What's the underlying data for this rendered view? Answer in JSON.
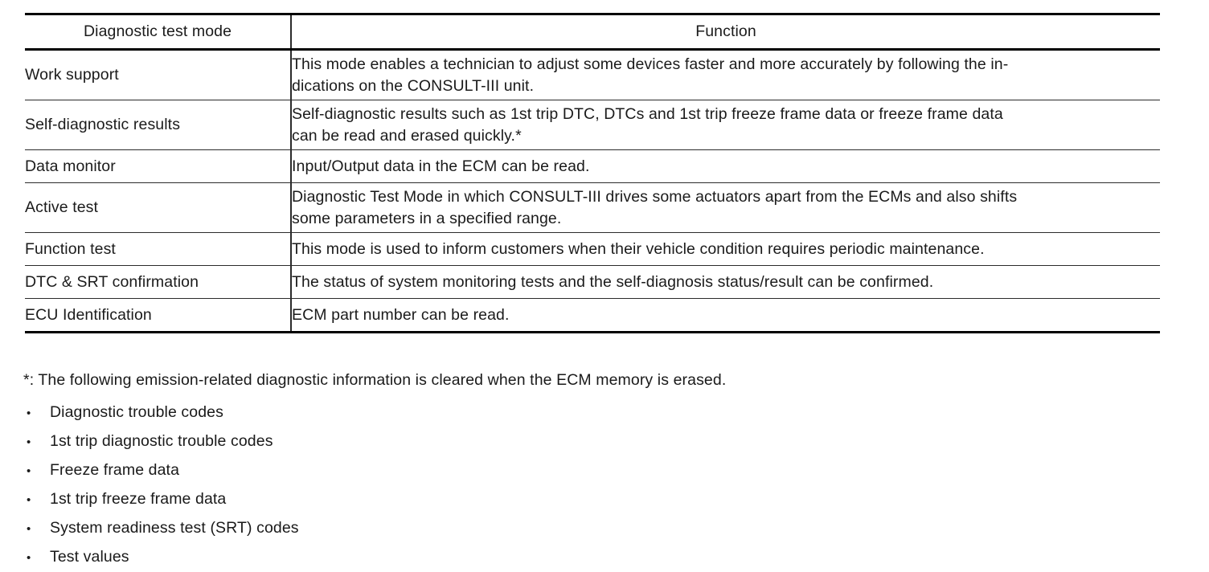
{
  "table": {
    "columns": [
      "Diagnostic test mode",
      "Function"
    ],
    "rows": [
      {
        "mode": "Work support",
        "function": "This mode enables a technician to adjust some devices faster and more accurately by following the indications on the CONSULT-III unit.",
        "lines": [
          "This mode enables a technician to adjust some devices faster and more accurately by following the in-",
          "dications on the CONSULT-III unit."
        ],
        "height": "tall"
      },
      {
        "mode": "Self-diagnostic results",
        "function": "Self-diagnostic results such as 1st trip DTC, DTCs and 1st trip freeze frame data or freeze frame data can be read and erased quickly.*",
        "lines": [
          "Self-diagnostic results such as 1st trip DTC, DTCs and 1st trip freeze frame data or freeze frame data",
          "can be read and erased quickly.*"
        ],
        "height": "tall"
      },
      {
        "mode": "Data monitor",
        "function": "Input/Output data in the ECM can be read.",
        "lines": [
          "Input/Output data in the ECM can be read."
        ],
        "height": "short"
      },
      {
        "mode": "Active test",
        "function": "Diagnostic Test Mode in which CONSULT-III drives some actuators apart from the ECMs and also shifts some parameters in a specified range.",
        "lines": [
          "Diagnostic Test Mode in which CONSULT-III drives some actuators apart from the ECMs and also shifts",
          "some parameters in a specified range."
        ],
        "height": "tall"
      },
      {
        "mode": "Function test",
        "function": "This mode is used to inform customers when their vehicle condition requires periodic maintenance.",
        "lines": [
          "This mode is used to inform customers when their vehicle condition requires periodic maintenance."
        ],
        "height": "short"
      },
      {
        "mode": "DTC & SRT confirmation",
        "function": "The status of system monitoring tests and the self-diagnosis status/result can be confirmed.",
        "lines": [
          "The status of system monitoring tests and the self-diagnosis status/result can be confirmed."
        ],
        "height": "short"
      },
      {
        "mode": "ECU Identification",
        "function": "ECM part number can be read.",
        "lines": [
          "ECM part number can be read."
        ],
        "height": "short"
      }
    ]
  },
  "footnote": "*: The following emission-related diagnostic information is cleared when the ECM memory is erased.",
  "bullet_marker": "•",
  "bullets": [
    "Diagnostic trouble codes",
    "1st trip diagnostic trouble codes",
    "Freeze frame data",
    "1st trip freeze frame data",
    "System readiness test (SRT) codes",
    "Test values"
  ]
}
